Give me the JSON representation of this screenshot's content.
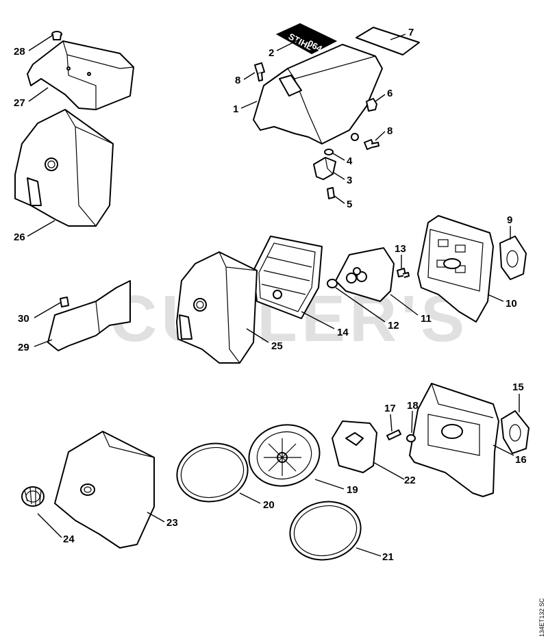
{
  "decal": {
    "brand": "STIHL",
    "model": "064"
  },
  "watermark": "CUTLER'S",
  "drawing_code": "134ET132 SC",
  "callouts": [
    "28",
    "27",
    "26",
    "8",
    "2",
    "7",
    "1",
    "6",
    "8",
    "4",
    "3",
    "5",
    "9",
    "13",
    "10",
    "11",
    "12",
    "14",
    "25",
    "30",
    "29",
    "15",
    "17",
    "18",
    "16",
    "22",
    "19",
    "20",
    "23",
    "24",
    "21"
  ]
}
